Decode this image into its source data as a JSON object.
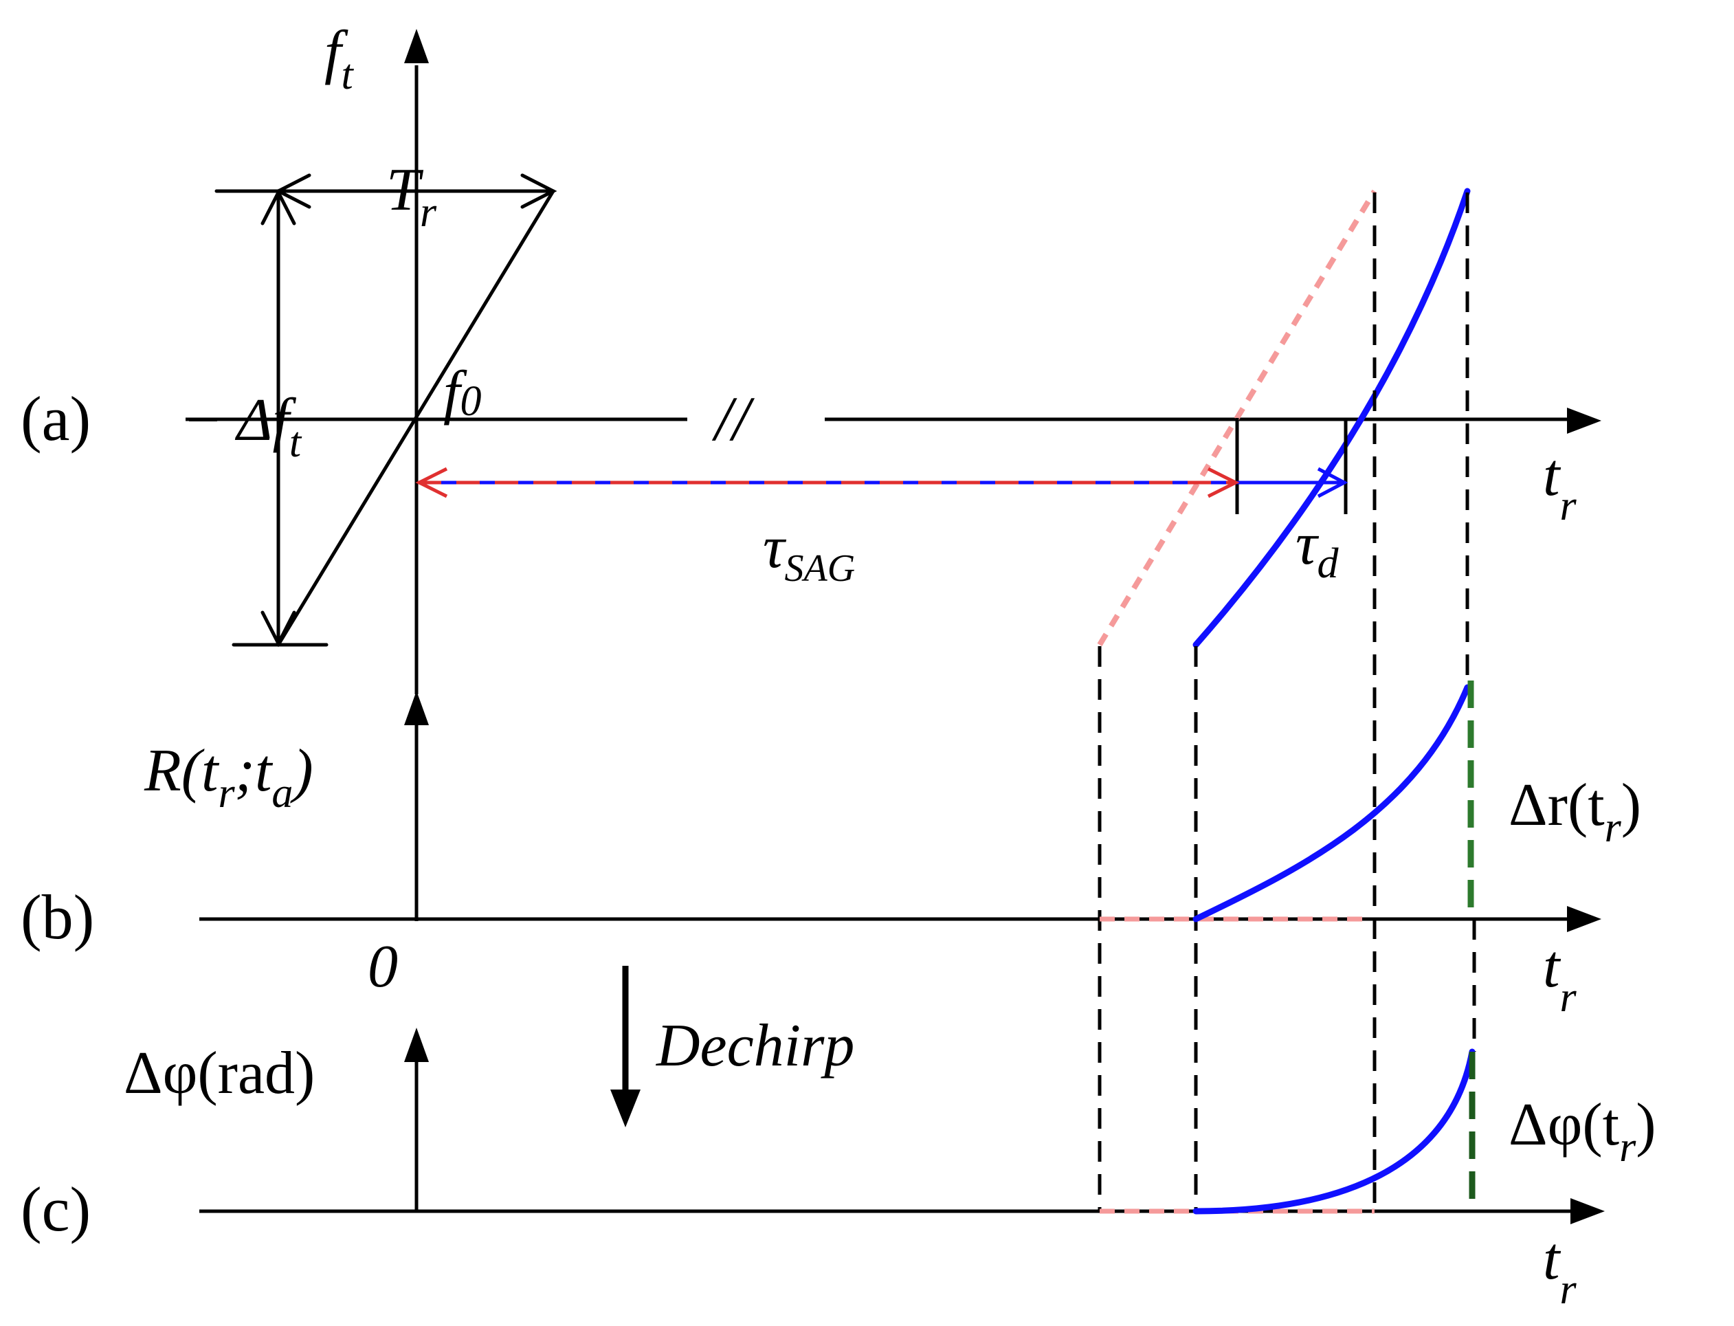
{
  "labels": {
    "panel_a": "(a)",
    "panel_b": "(b)",
    "panel_c": "(c)",
    "f_axis": "f",
    "f_axis_sub": "t",
    "period": "T",
    "period_sub": "r",
    "f0": "f",
    "f0_sub": "0",
    "bandwidth": "− Δf",
    "bandwidth_sub": "t",
    "tau_sag": "τ",
    "tau_sag_sub": "SAG",
    "tau_d": "τ",
    "tau_d_sub": "d",
    "time_axis": "t",
    "time_axis_sub": "r",
    "range_ylabel": "R(t",
    "range_ylabel_sub1": "r",
    "range_ylabel_mid": ";t",
    "range_ylabel_sub2": "a",
    "range_ylabel_end": ")",
    "origin": "0",
    "dechirp": "Dechirp",
    "delta_r": "Δr(t",
    "delta_r_sub": "r",
    "delta_r_end": ")",
    "phase_ylabel": "Δφ(rad)",
    "delta_phi": "Δφ(t",
    "delta_phi_sub": "r",
    "delta_phi_end": ")",
    "break_mark": "//"
  },
  "colors": {
    "axis": "#000000",
    "signal": "#1010ff",
    "reference": "#f59a9a",
    "tau_sag_arrow": "#e03030",
    "end_marker": "#2d7a2d"
  }
}
